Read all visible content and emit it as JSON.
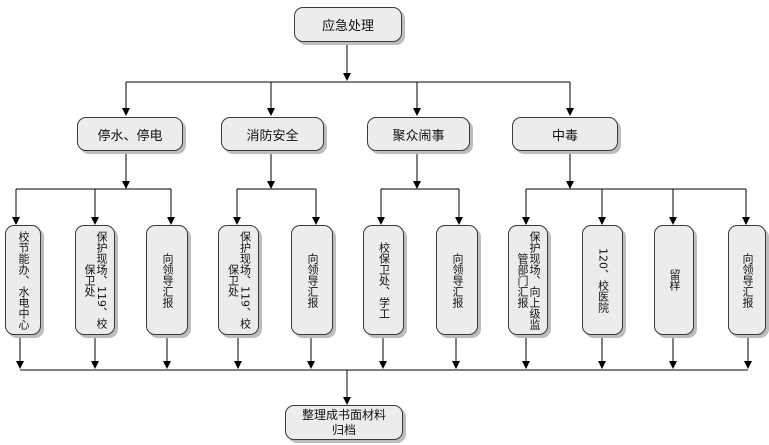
{
  "diagram": {
    "root": "应急处理",
    "categories": [
      {
        "label": "停水、停电",
        "actions": [
          "校节能办、水电中心",
          "保护现场、119、校保卫处",
          "向领导汇报"
        ]
      },
      {
        "label": "消防安全",
        "actions": [
          "保护现场、119、校保卫处",
          "向领导汇报"
        ]
      },
      {
        "label": "聚众闹事",
        "actions": [
          "校保卫处、学工",
          "向领导汇报"
        ]
      },
      {
        "label": "中毒",
        "actions": [
          "保护现场、向上级监管部门汇报",
          "120、校医院",
          "留样",
          "向领导汇报"
        ]
      }
    ],
    "final": {
      "line1": "整理成书面材料",
      "line2": "归档"
    },
    "colors": {
      "box_fill": "#ececec",
      "box_border": "#3a3a3a",
      "shadow": "#bdbdbd",
      "line": "#000000"
    }
  }
}
